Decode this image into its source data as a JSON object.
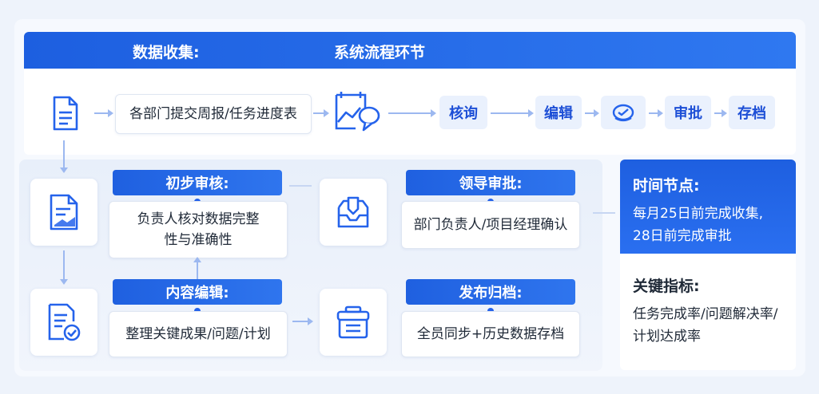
{
  "header": {
    "left_title": "数据收集:",
    "right_title": "系统流程环节"
  },
  "top_row": {
    "submit_text": "各部门提交周报/任务进度表",
    "nodes": [
      "核询",
      "编辑",
      "审批",
      "存档"
    ]
  },
  "steps": {
    "initial_review": {
      "title": "初步审核:",
      "text": "负责人核对数据完整\n性与准确性"
    },
    "leader_approval": {
      "title": "领导审批:",
      "text": "部门负责人/项目经理确认"
    },
    "content_edit": {
      "title": "内容编辑:",
      "text": "整理关键成果/问题/计划"
    },
    "publish_archive": {
      "title": "发布归档:",
      "text": "全员同步+历史数据存档"
    }
  },
  "side": {
    "time_title": "时间节点:",
    "time_text": "每月25日前完成收集,\n28日前完成审批",
    "kpi_title": "关键指标:",
    "kpi_text": "任务完成率/问题解决率/\n计划达成率"
  },
  "colors": {
    "primary": "#1f60e0",
    "node_bg": "#eaf1fd",
    "arrow": "#9cb8f0",
    "icon": "#2563eb"
  }
}
